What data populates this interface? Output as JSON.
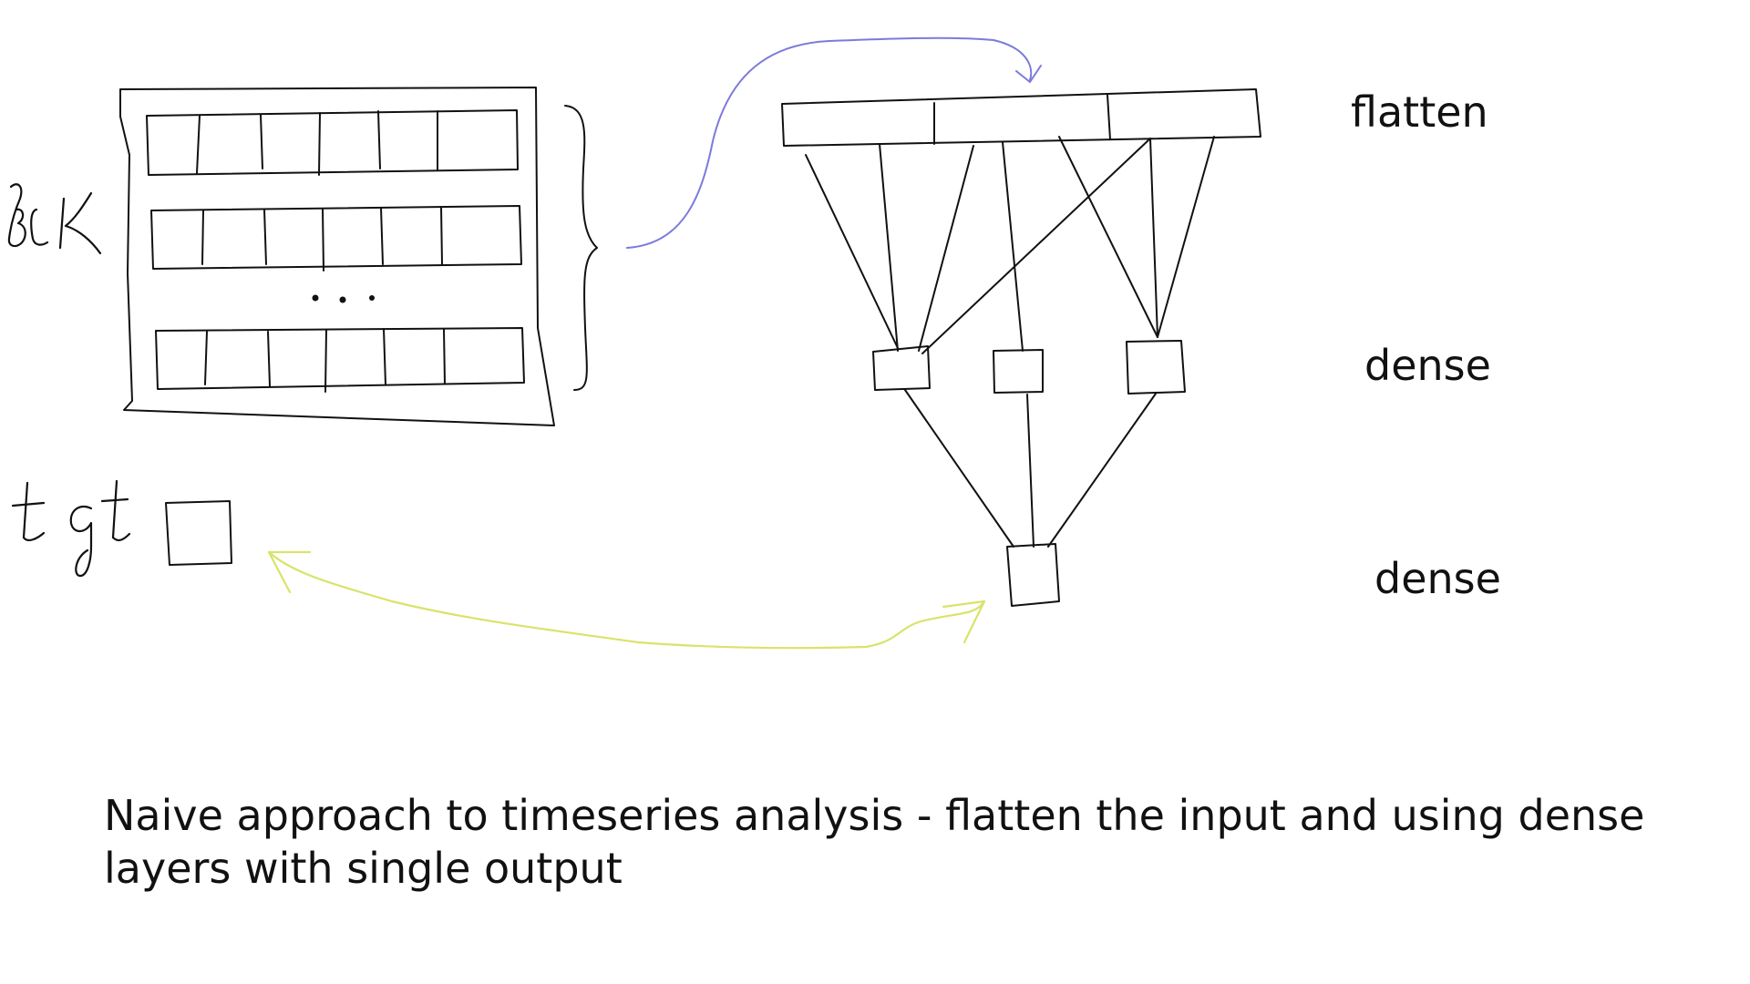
{
  "labels": {
    "flatten": "flatten",
    "dense_1": "dense",
    "dense_2": "dense"
  },
  "handwritten": {
    "block": "Blk",
    "target": "tgt"
  },
  "caption": "Naive approach to timeseries analysis - flatten the input and using dense\nlayers with single output",
  "colors": {
    "ink": "#111111",
    "top_arrow": "#7b7bdc",
    "bottom_arrow": "#d9e36a",
    "background": "#ffffff"
  }
}
